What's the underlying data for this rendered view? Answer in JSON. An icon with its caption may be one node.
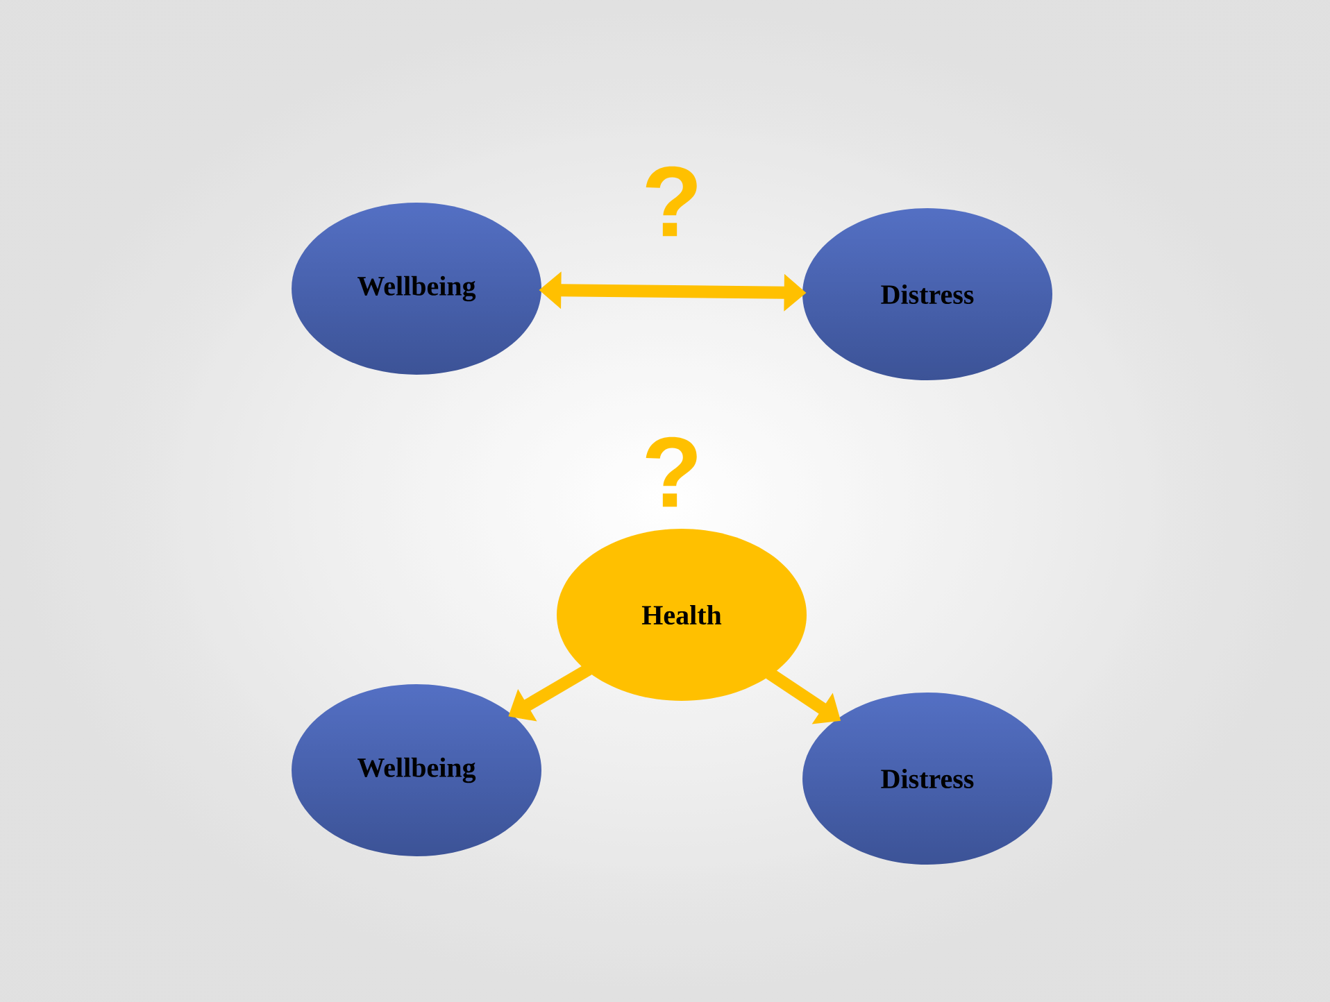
{
  "diagram": {
    "nodes": [
      {
        "text": [
          "Wellbeing"
        ]
      },
      {
        "text": [
          "Distress"
        ]
      },
      {
        "text": [
          "Health"
        ]
      },
      {
        "text": [
          "Wellbeing"
        ]
      },
      {
        "text": [
          "Distress"
        ]
      }
    ],
    "edges": [
      {
        "from": 0,
        "to": 1,
        "arrow": "both"
      },
      {
        "from": 2,
        "to": 3,
        "arrow": "to"
      },
      {
        "from": 2,
        "to": 4,
        "arrow": "to"
      }
    ],
    "labels": [
      "?",
      "?"
    ]
  }
}
